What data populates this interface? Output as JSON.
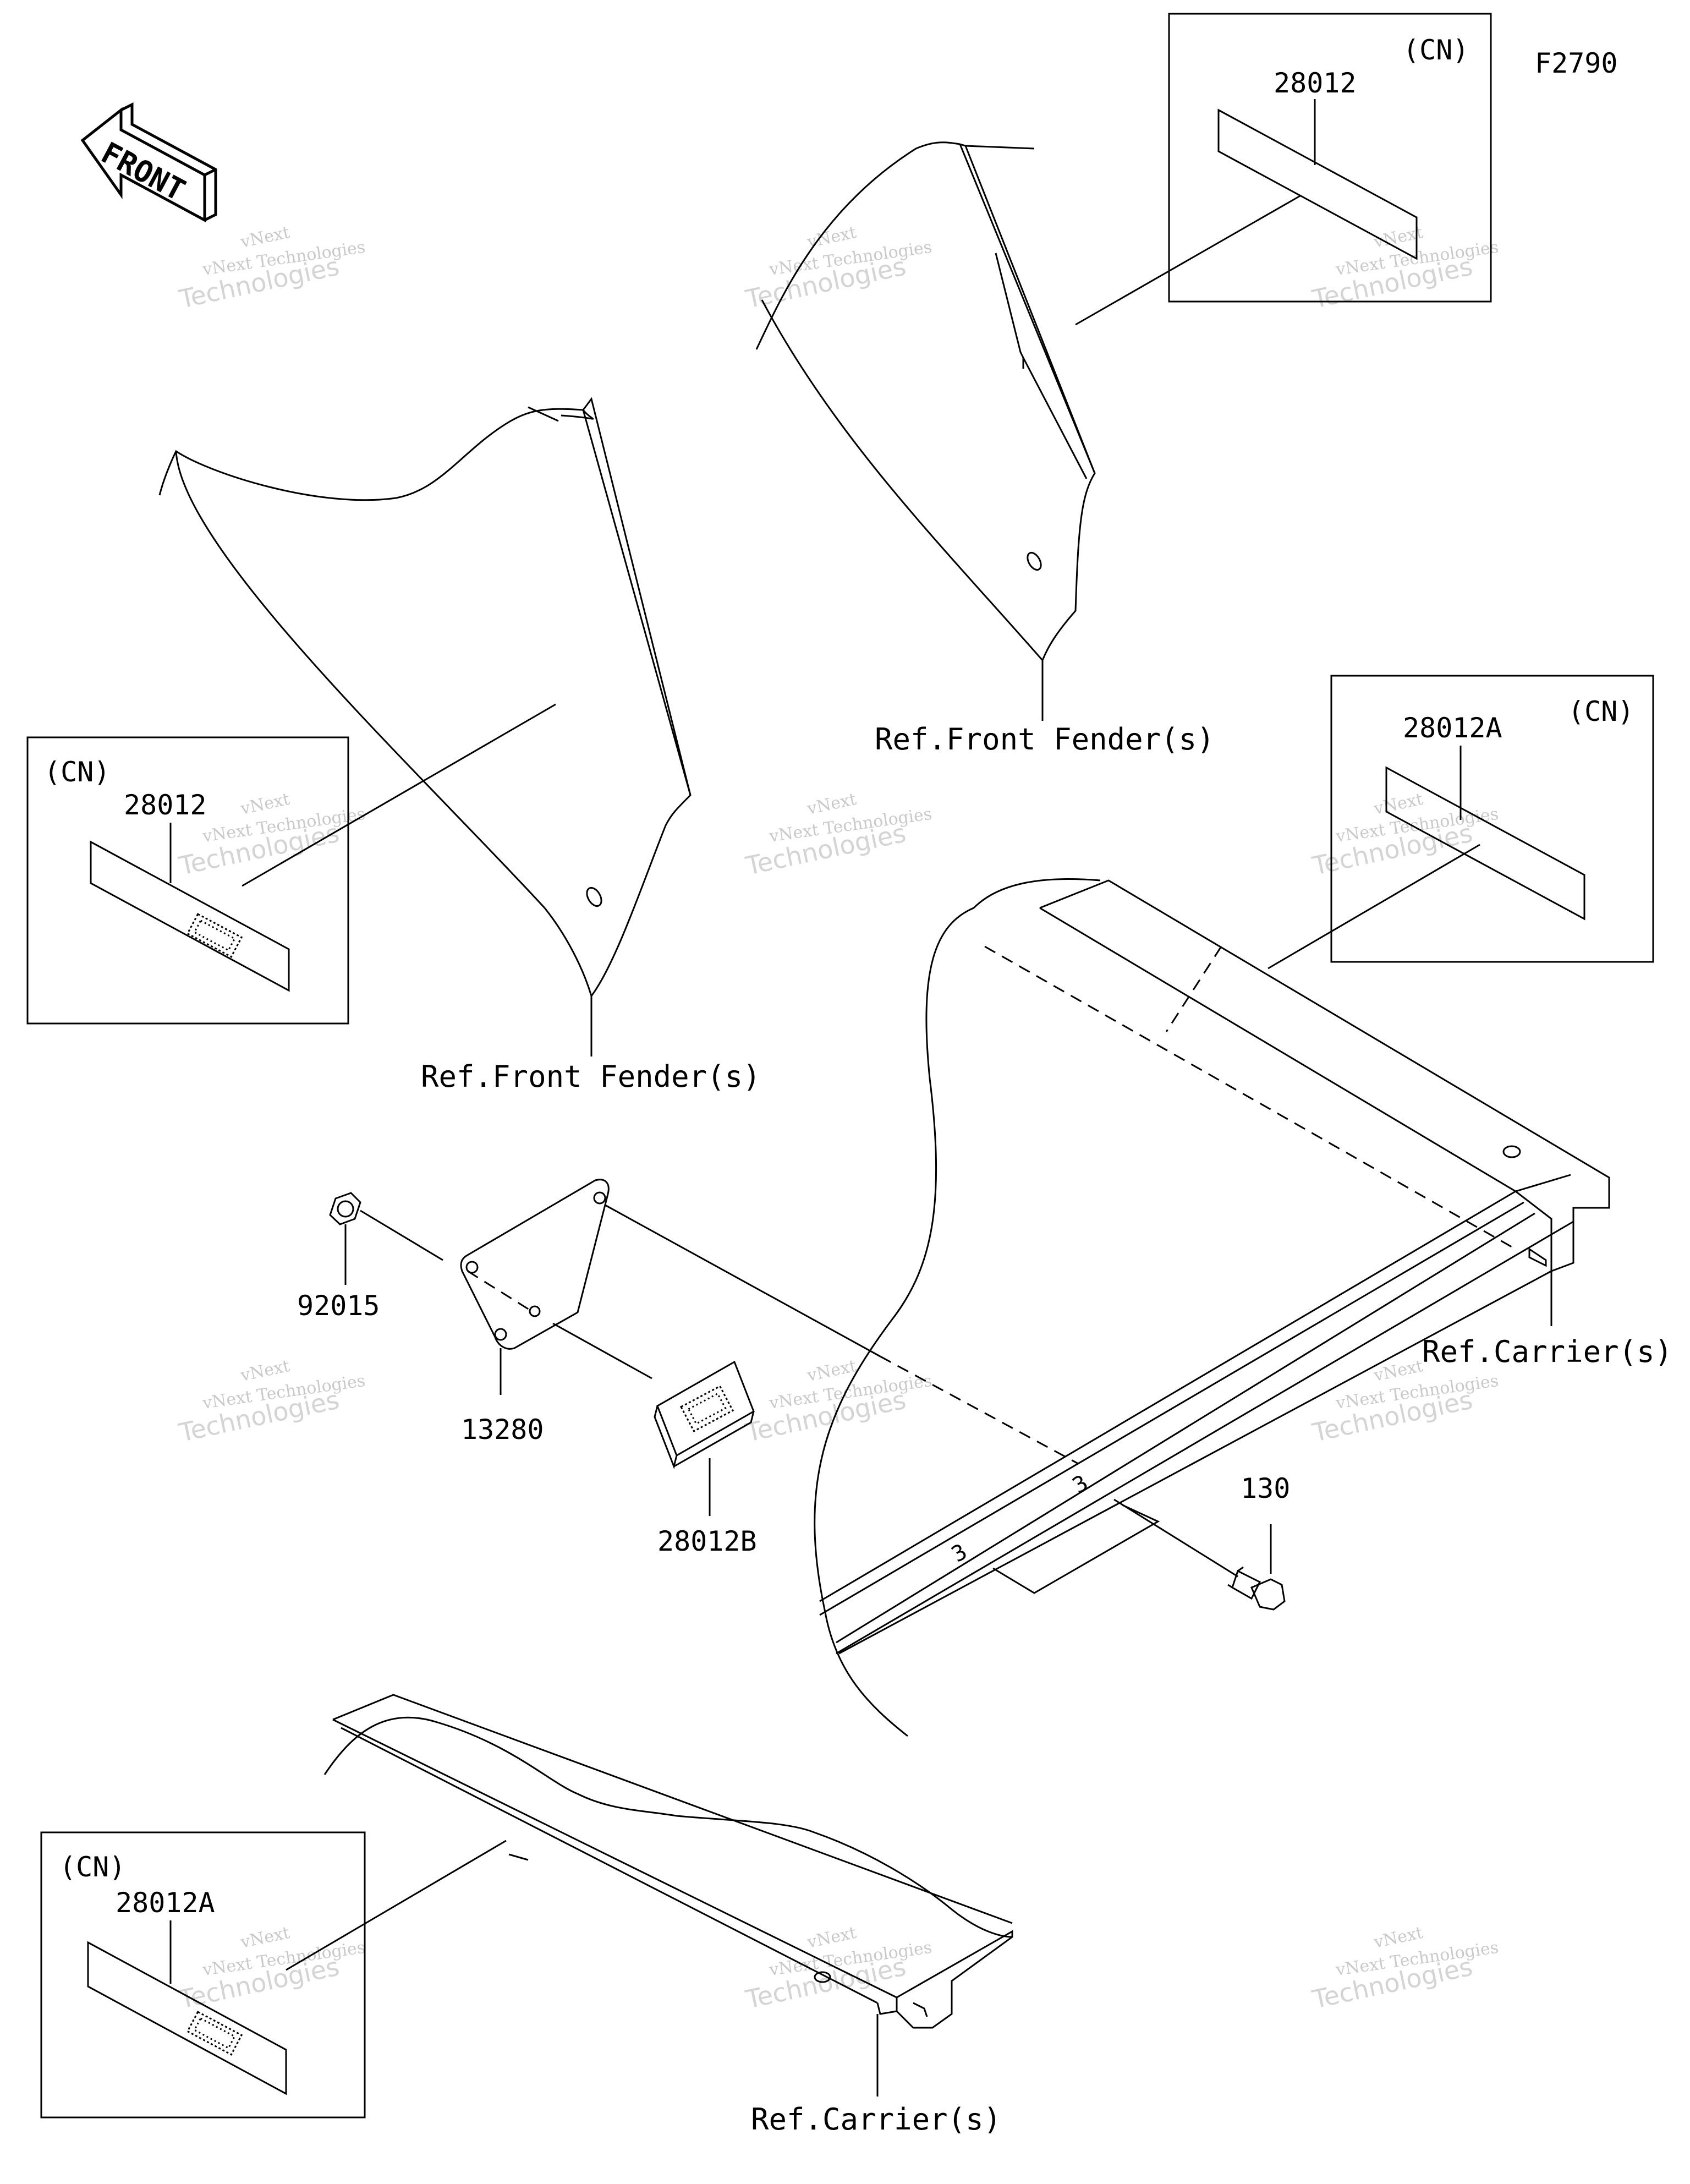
{
  "figure_code": "F2790",
  "front_indicator": "FRONT",
  "callouts": {
    "part_28012_top": "28012",
    "part_28012_left": "28012",
    "part_28012a_right": "28012A",
    "part_28012a_bottom": "28012A",
    "part_92015": "92015",
    "part_13280": "13280",
    "part_28012b": "28012B",
    "part_130": "130"
  },
  "region_tags": {
    "cn_top": "(CN)",
    "cn_left": "(CN)",
    "cn_right": "(CN)",
    "cn_bottom": "(CN)"
  },
  "references": {
    "front_fender_top": "Ref.Front Fender(s)",
    "front_fender_left": "Ref.Front Fender(s)",
    "carrier_right": "Ref.Carrier(s)",
    "carrier_bottom": "Ref.Carrier(s)"
  },
  "watermark": {
    "line1": "vNext",
    "line2": "vNext Technologies",
    "line3": "Technologies"
  }
}
